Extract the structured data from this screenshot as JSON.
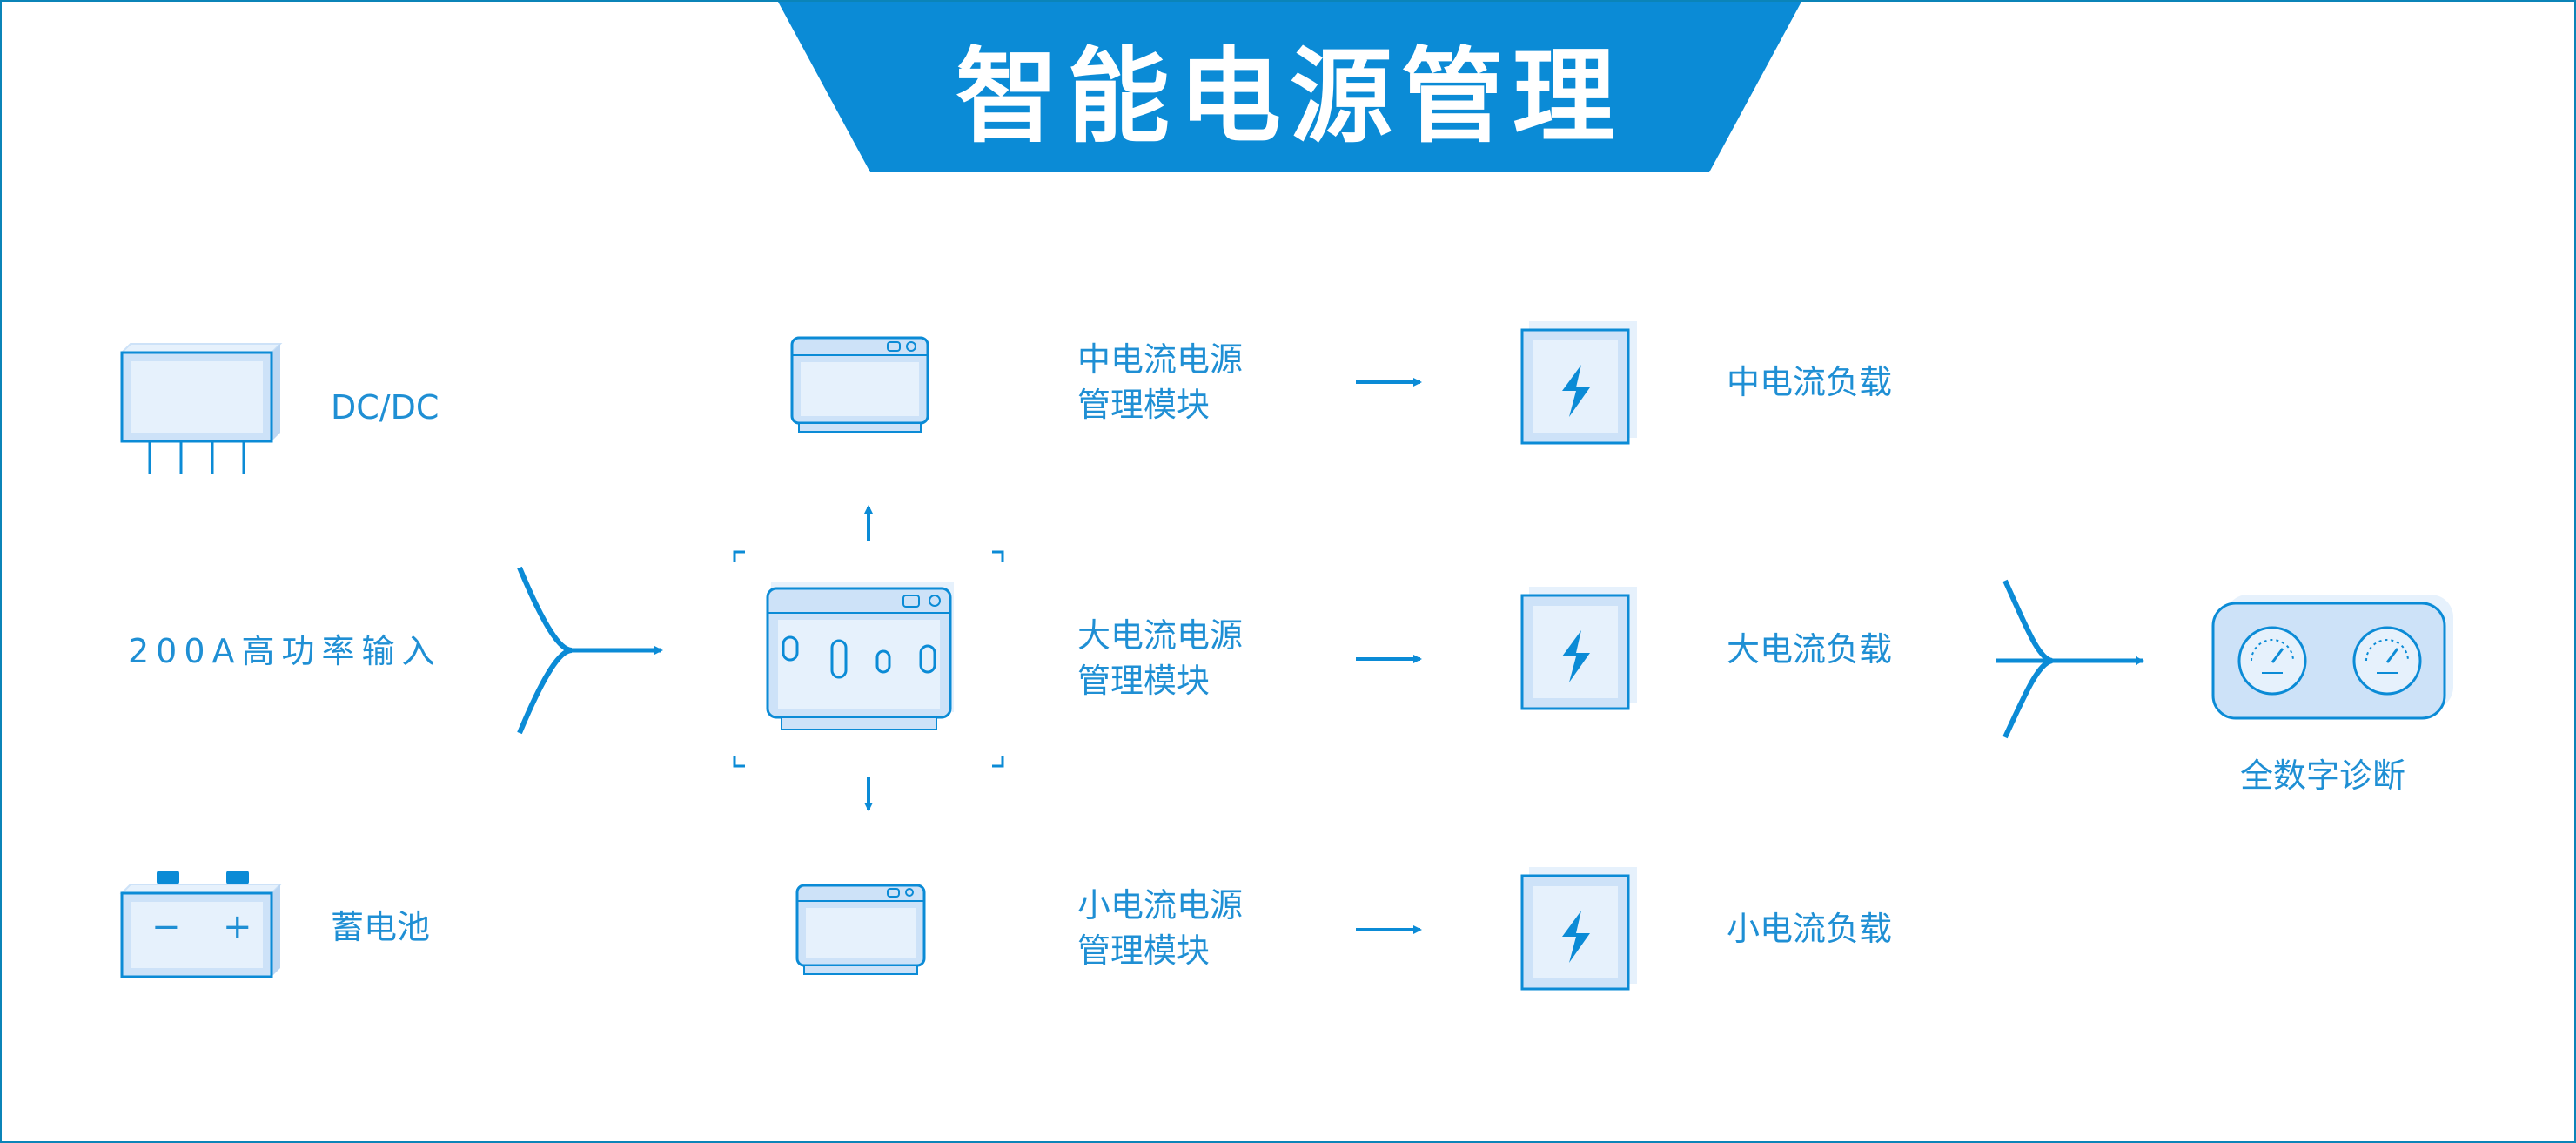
{
  "title": "智能电源管理",
  "colors": {
    "primary": "#0b8bd6",
    "label": "#1f8fd4",
    "box_fill": "#cde2f8",
    "box_face": "#e6f1fc",
    "border": "#0b84b8"
  },
  "inputs": {
    "dcdc": {
      "label": "DC/DC",
      "icon": "dcdc-module-icon"
    },
    "power_input": {
      "label": "200A高功率输入"
    },
    "battery": {
      "label": "蓄电池",
      "icon": "battery-icon",
      "minus": "−",
      "plus": "+"
    }
  },
  "modules": {
    "medium": {
      "line1": "中电流电源",
      "line2": "管理模块",
      "icon": "medium-module-icon"
    },
    "large": {
      "line1": "大电流电源",
      "line2": "管理模块",
      "icon": "large-module-icon"
    },
    "small": {
      "line1": "小电流电源",
      "line2": "管理模块",
      "icon": "small-module-icon"
    }
  },
  "loads": {
    "medium": {
      "label": "中电流负载",
      "icon": "lightning-icon"
    },
    "large": {
      "label": "大电流负载",
      "icon": "lightning-icon"
    },
    "small": {
      "label": "小电流负载",
      "icon": "lightning-icon"
    }
  },
  "diagnosis": {
    "label": "全数字诊断",
    "icon": "gauge-panel-icon"
  }
}
